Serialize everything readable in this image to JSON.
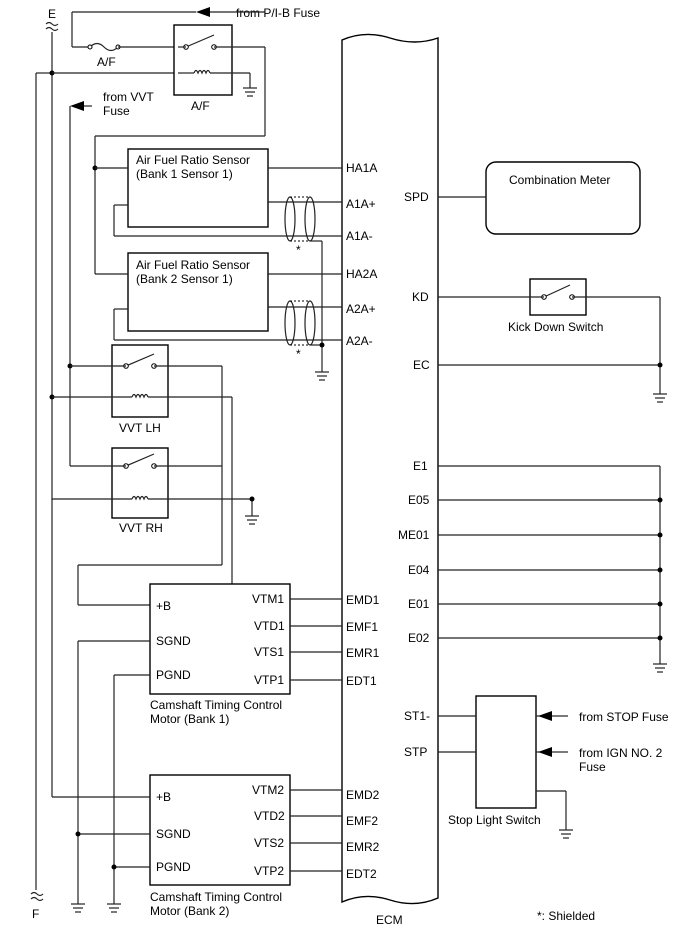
{
  "supply": {
    "top_label": "E",
    "bottom_label": "F",
    "from_pib": "from P/I-B Fuse",
    "from_vvt_1": "from VVT",
    "from_vvt_2": "Fuse",
    "fuse_label": "A/F",
    "relay_label": "A/F"
  },
  "ecm": {
    "label": "ECM",
    "left_pins": [
      "HA1A",
      "A1A+",
      "A1A-",
      "HA2A",
      "A2A+",
      "A2A-",
      "EMD1",
      "EMF1",
      "EMR1",
      "EDT1",
      "EMD2",
      "EMF2",
      "EMR2",
      "EDT2"
    ],
    "right_pins": [
      "SPD",
      "KD",
      "EC",
      "E1",
      "E05",
      "ME01",
      "E04",
      "E01",
      "E02",
      "ST1-",
      "STP"
    ]
  },
  "sensors": {
    "bank1_line1": "Air Fuel Ratio Sensor",
    "bank1_line2": "(Bank 1 Sensor 1)",
    "bank2_line1": "Air Fuel Ratio Sensor",
    "bank2_line2": "(Bank 2 Sensor 1)",
    "shield_mark": "*"
  },
  "vvt": {
    "lh_label": "VVT LH",
    "rh_label": "VVT RH"
  },
  "motor1": {
    "pins_left": [
      "+B",
      "SGND",
      "PGND"
    ],
    "pins_right": [
      "VTM1",
      "VTD1",
      "VTS1",
      "VTP1"
    ],
    "caption_1": "Camshaft Timing Control",
    "caption_2": "Motor (Bank 1)"
  },
  "motor2": {
    "pins_left": [
      "+B",
      "SGND",
      "PGND"
    ],
    "pins_right": [
      "VTM2",
      "VTD2",
      "VTS2",
      "VTP2"
    ],
    "caption_1": "Camshaft Timing Control",
    "caption_2": "Motor (Bank 2)"
  },
  "devices": {
    "meter": "Combination Meter",
    "kickdown": "Kick Down Switch",
    "stop_light": "Stop Light Switch",
    "from_stop": "from STOP Fuse",
    "from_ign_1": "from IGN NO. 2",
    "from_ign_2": "Fuse"
  },
  "footnote": "*: Shielded"
}
